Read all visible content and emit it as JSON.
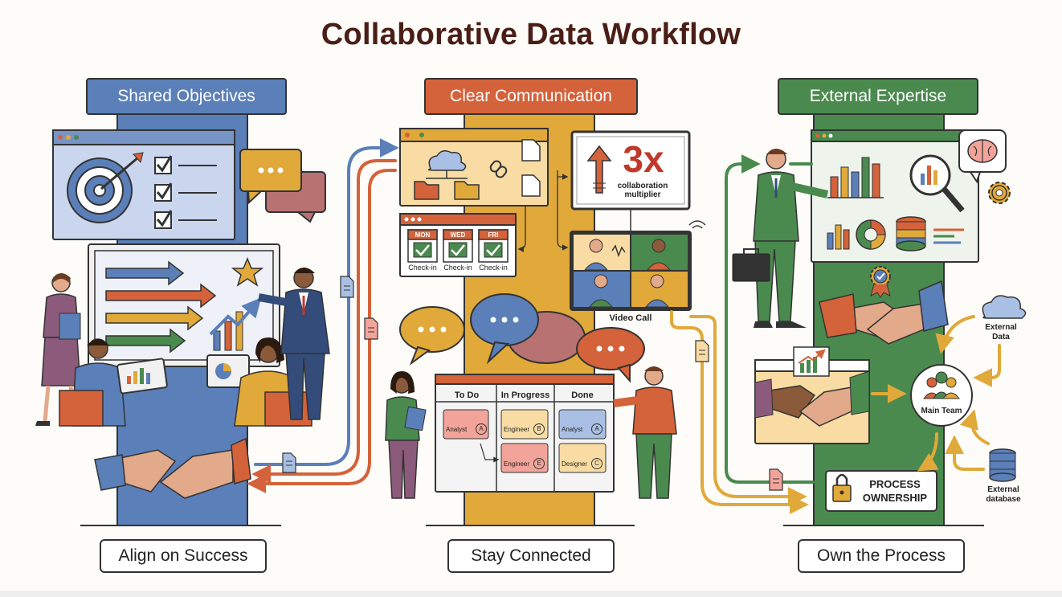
{
  "title": "Collaborative Data Workflow",
  "columns": [
    {
      "header": "Shared Objectives",
      "footer": "Align on Success",
      "color": "#5b7fb8"
    },
    {
      "header": "Clear Communication",
      "footer": "Stay Connected",
      "color": "#d4623a"
    },
    {
      "header": "External Expertise",
      "footer": "Own the Process",
      "color": "#4a8a4e"
    }
  ],
  "communication": {
    "checkins": [
      {
        "day": "MON",
        "label": "Check-in"
      },
      {
        "day": "WED",
        "label": "Check-in"
      },
      {
        "day": "FRI",
        "label": "Check-in"
      }
    ],
    "multiplier_value": "3x",
    "multiplier_text": "collaboration multiplier",
    "video_call_label": "Video Call",
    "board": {
      "columns": [
        "To Do",
        "In Progress",
        "Done"
      ],
      "cards": [
        {
          "role": "Analyst",
          "badge": "A"
        },
        {
          "role": "Engineer",
          "badge": "B"
        },
        {
          "role": "Engineer",
          "badge": "E"
        },
        {
          "role": "Analyst",
          "badge": "A"
        },
        {
          "role": "Designer",
          "badge": "C"
        }
      ]
    }
  },
  "expertise": {
    "external_data_label": "External Data",
    "main_team_label": "Main Team",
    "external_database_label": "External database",
    "process_ownership_label": "PROCESS OWNERSHIP"
  },
  "colors": {
    "blue": "#5b7fb8",
    "orange": "#d4623a",
    "green": "#4a8a4e",
    "mustard": "#e0a93a",
    "rose": "#b87272",
    "title": "#4a1e16"
  },
  "icons": [
    "target-icon",
    "checkbox-icon",
    "chat-bubble-icon",
    "trend-arrow-icon",
    "star-icon",
    "handshake-icon",
    "cloud-icon",
    "folder-icon",
    "document-icon",
    "link-icon",
    "calendar-icon",
    "arrow-up-icon",
    "video-call-icon",
    "wifi-icon",
    "brain-icon",
    "magnifier-icon",
    "gear-icon",
    "bar-chart-icon",
    "pie-chart-icon",
    "database-icon",
    "briefcase-icon",
    "badge-icon",
    "lock-icon",
    "team-icon"
  ]
}
